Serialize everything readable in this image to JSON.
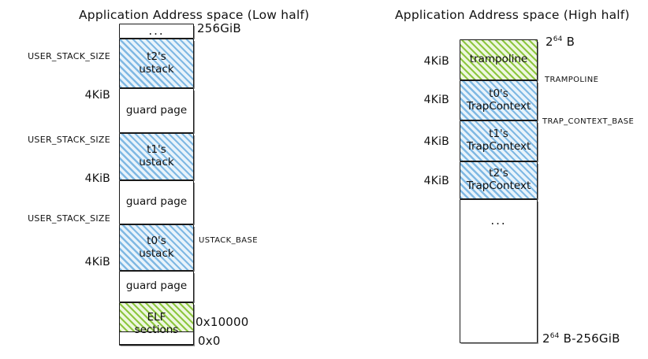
{
  "diagrams": [
    {
      "id": "low-half",
      "title": "Application Address space (Low half)",
      "size_labels": [
        "USER_STACK_SIZE",
        "4KiB",
        "USER_STACK_SIZE",
        "4KiB",
        "USER_STACK_SIZE",
        "4KiB"
      ],
      "blocks": [
        {
          "name": "top-ellipsis",
          "lines": [
            "..."
          ],
          "fill": "white"
        },
        {
          "name": "t2-ustack",
          "lines": [
            "t2's",
            "ustack"
          ],
          "fill": "blue"
        },
        {
          "name": "guard-page-2",
          "lines": [
            "guard page"
          ],
          "fill": "white"
        },
        {
          "name": "t1-ustack",
          "lines": [
            "t1's",
            "ustack"
          ],
          "fill": "blue"
        },
        {
          "name": "guard-page-1",
          "lines": [
            "guard page"
          ],
          "fill": "white"
        },
        {
          "name": "t0-ustack",
          "lines": [
            "t0's",
            "ustack"
          ],
          "fill": "blue"
        },
        {
          "name": "guard-page-0",
          "lines": [
            "guard page"
          ],
          "fill": "white"
        },
        {
          "name": "elf-sections",
          "lines": [
            "ELF",
            "sections"
          ],
          "fill": "green"
        },
        {
          "name": "bottom-reserved",
          "lines": [
            ""
          ],
          "fill": "white"
        }
      ],
      "address_labels": {
        "top": "256GiB",
        "elf_top": "0x10000",
        "bottom": "0x0"
      },
      "constant_labels": {
        "ustack_base": "USTACK_BASE"
      }
    },
    {
      "id": "high-half",
      "title": "Application Address space (High half)",
      "size_labels": [
        "4KiB",
        "4KiB",
        "4KiB",
        "4KiB"
      ],
      "blocks": [
        {
          "name": "trampoline",
          "lines": [
            "trampoline"
          ],
          "fill": "green"
        },
        {
          "name": "t0-trapcontext",
          "lines": [
            "t0's",
            "TrapContext"
          ],
          "fill": "blue"
        },
        {
          "name": "t1-trapcontext",
          "lines": [
            "t1's",
            "TrapContext"
          ],
          "fill": "blue"
        },
        {
          "name": "t2-trapcontext",
          "lines": [
            "t2's",
            "TrapContext"
          ],
          "fill": "blue"
        },
        {
          "name": "free-region",
          "lines": [
            "..."
          ],
          "fill": "white"
        }
      ],
      "address_labels": {
        "top_base": "2",
        "top_exp": "64",
        "top_unit": " B",
        "bottom_base": "2",
        "bottom_exp": "64",
        "bottom_unit": " B-256GiB"
      },
      "constant_labels": {
        "trampoline": "TRAMPOLINE",
        "trap_context_base": "TRAP_CONTEXT_BASE"
      }
    }
  ],
  "colors": {
    "stroke": "#1a1a1a",
    "hatch_blue": "#7fb8e3",
    "hatch_green": "#8dc63f",
    "background": "#ffffff"
  }
}
